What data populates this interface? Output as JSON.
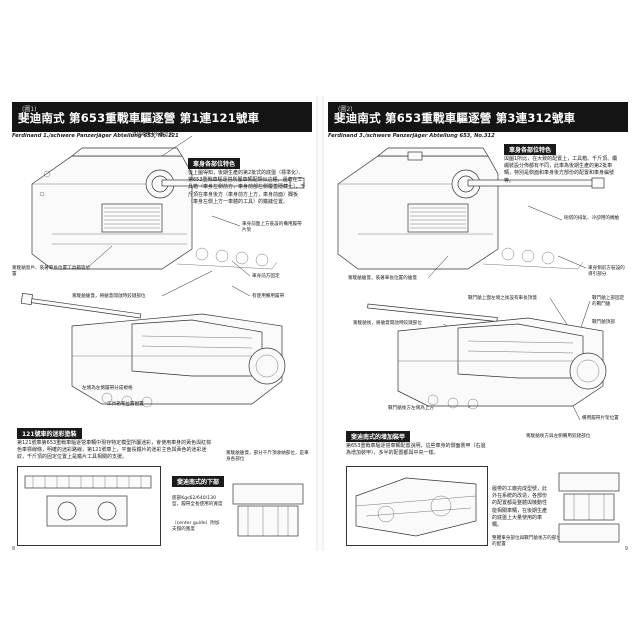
{
  "left": {
    "fig_tag": "(圖1)",
    "title": "斐迪南式 第653重戰車驅逐營 第1連121號車",
    "subtitle": "Ferdinand 1./schwere Panzerjäger Abteilung 653, No.121",
    "features_heading": "車身各部位特色",
    "features_text": "從上圖得知，後期生產的第2批式的底盤（標準化）、第653重戰車驅逐營所屬車輛配類似這種，還有在工具箱（車身左側前方，車身前部左側覆蓋隱藏上），千斤頂在車身後方（車身前方上方，車身前面）欄板（車身左側上方一車體的工具）的鐵鏈位置。",
    "section2_heading": "121號車的迷彩塗裝",
    "section2_text": "第121號車第653重戰車驅逐營車輛中現存特定模型所屬迷彩，會使用車身的黃色與紅棕色車標線條，明確的迷彩路線，第121號車上，平面長鐵片的迷彩主色與黃色的迷彩迷紋，千斤頂的固定位置上是鐵片工具相關的支援。",
    "section3_heading": "斐迪南式的下部",
    "page_number": "8",
    "callouts": [
      "潛望鏡類的裝備位置",
      "車身前面上方裝設的備用履帶片架",
      "車身前方固定",
      "駕駛艙窗戶、裝著車長位置工具箱等位置",
      "駕駛艙艙蓋，將艙蓋開啟時鉸鏈部位",
      "有使用備用履帶",
      "左側為左側履帶分成規格",
      "工具箱等位置配置",
      "駕駛艙艙蓋，部分千斤頂收納部位，是車身各部位",
      "底部Kgs62/640/130型，履帶全長使用的寬度",
      "（center guide）附加支撐的寬度"
    ]
  },
  "right": {
    "fig_tag": "(圖2)",
    "title": "斐迪南式 第653重戰車驅逐營 第3連312號車",
    "subtitle": "Ferdinand 3./schwere Panzerjäger Abteilung 653, No.312",
    "features_heading": "車身各部位特色",
    "features_text": "與圖1所比，在大致的配置上，工具箱、千斤頂、纜繩裝設分佈都有不同，此車為後期生產的第2批車輛，特別是側面和車身後方部份的配置和車身編號等。",
    "section2_heading": "斐迪南式的增加裝甲",
    "section2_text": "第653重戰車驅逐營車輛配置說明，這些車身的側面裝甲（右邊為增加裝甲），多半的配置都與中央一樣。",
    "section3_text": "履帶的工廠完成型號，此外在系統的改造，各部份的配置都是整體與機動性能相關車輛，在後期生產的底盤上大量使用的車輛。",
    "page_number": "9",
    "callouts": [
      "砲塔的排氣、冷卻用的機槍",
      "車身側前方裝設的導引部分",
      "駕駛艙艙蓋，裝著車長位置的艙蓋",
      "戰鬥艙上面左側之後設有車長頂蓋",
      "戰鬥艙上部固定的戰鬥艙",
      "戰鬥艙頂部",
      "駕駛艙後，將艙蓋開啟時鉸鏈部位",
      "戰鬥艙後方左側為上方",
      "備用履帶片架位置",
      "駕駛艙後方與左側備用鉸鏈部位",
      "整體車身部位與戰鬥艙後方的部位的配置"
    ]
  }
}
